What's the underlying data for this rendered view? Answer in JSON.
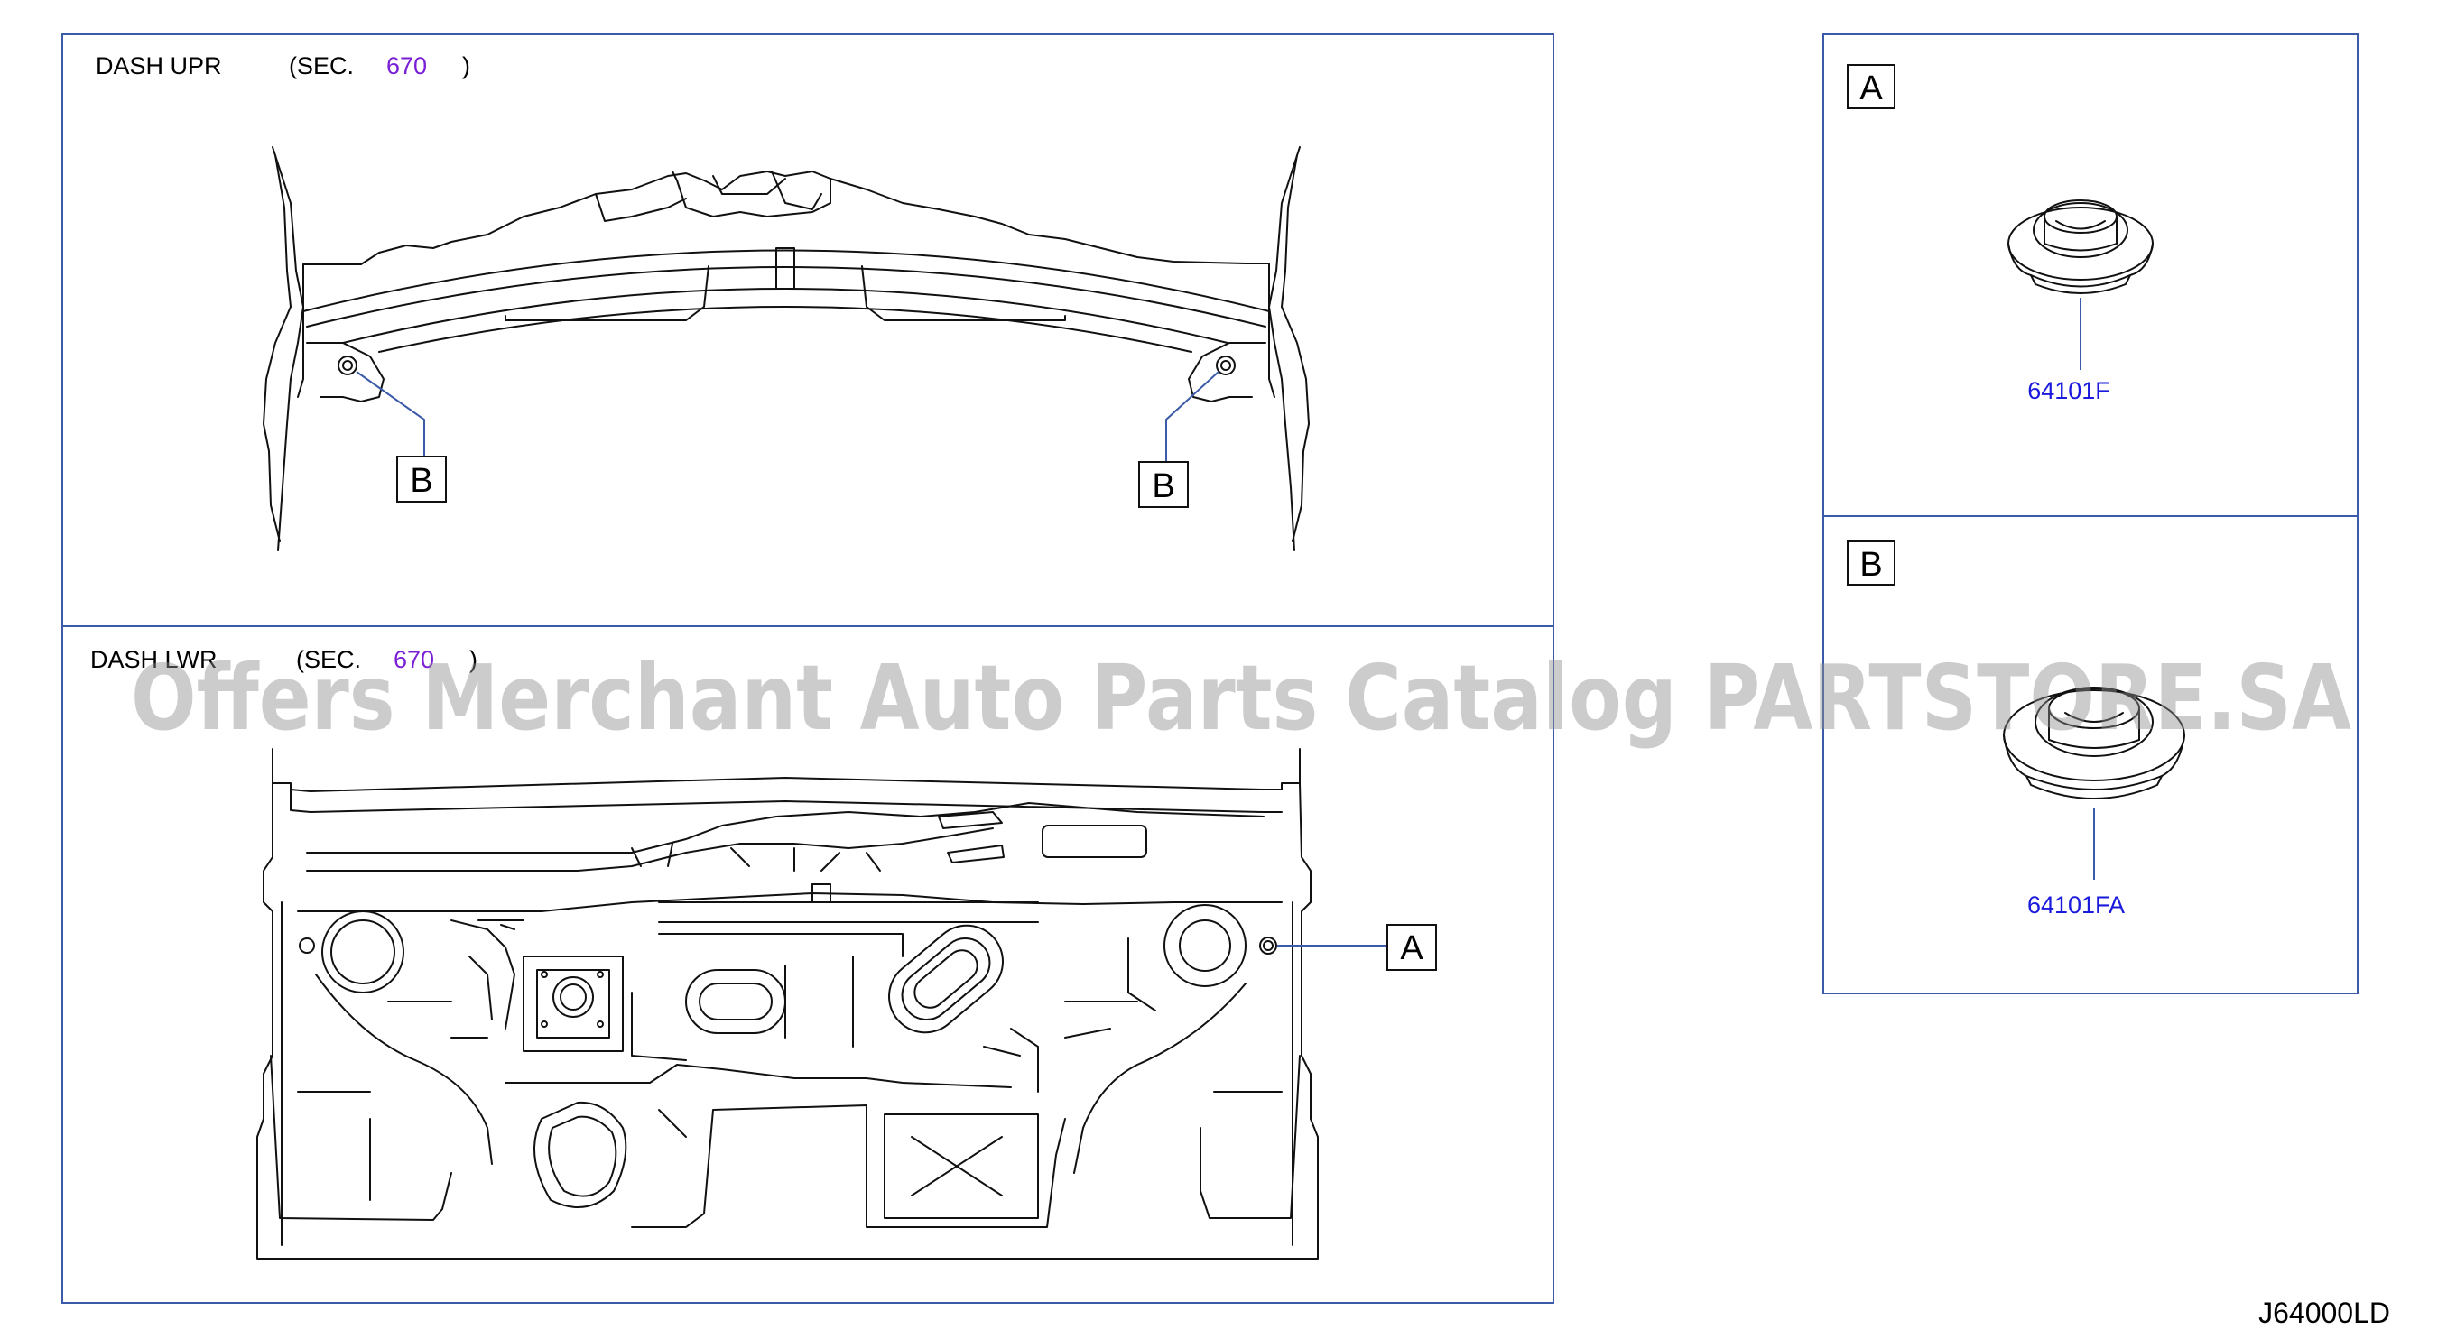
{
  "panels": {
    "upper": {
      "label_prefix": "DASH   UPR",
      "sec_open": "(SEC.",
      "sec_number": "670",
      "sec_close": ")"
    },
    "lower": {
      "label_prefix": "DASH   LWR",
      "sec_open": "(SEC.",
      "sec_number": "670",
      "sec_close": ")"
    }
  },
  "callouts": {
    "a": "A",
    "b": "B"
  },
  "parts": {
    "a": {
      "letter": "A",
      "part_number": "64101F"
    },
    "b": {
      "letter": "B",
      "part_number": "64101FA"
    }
  },
  "diagram_code": "J64000LD",
  "watermark": "Offers Merchant Auto Parts Catalog PARTSTORE.SA",
  "colors": {
    "frame": "#3b5aa8",
    "sec_number": "#7a1fd6",
    "part_number": "#1a1adc"
  }
}
